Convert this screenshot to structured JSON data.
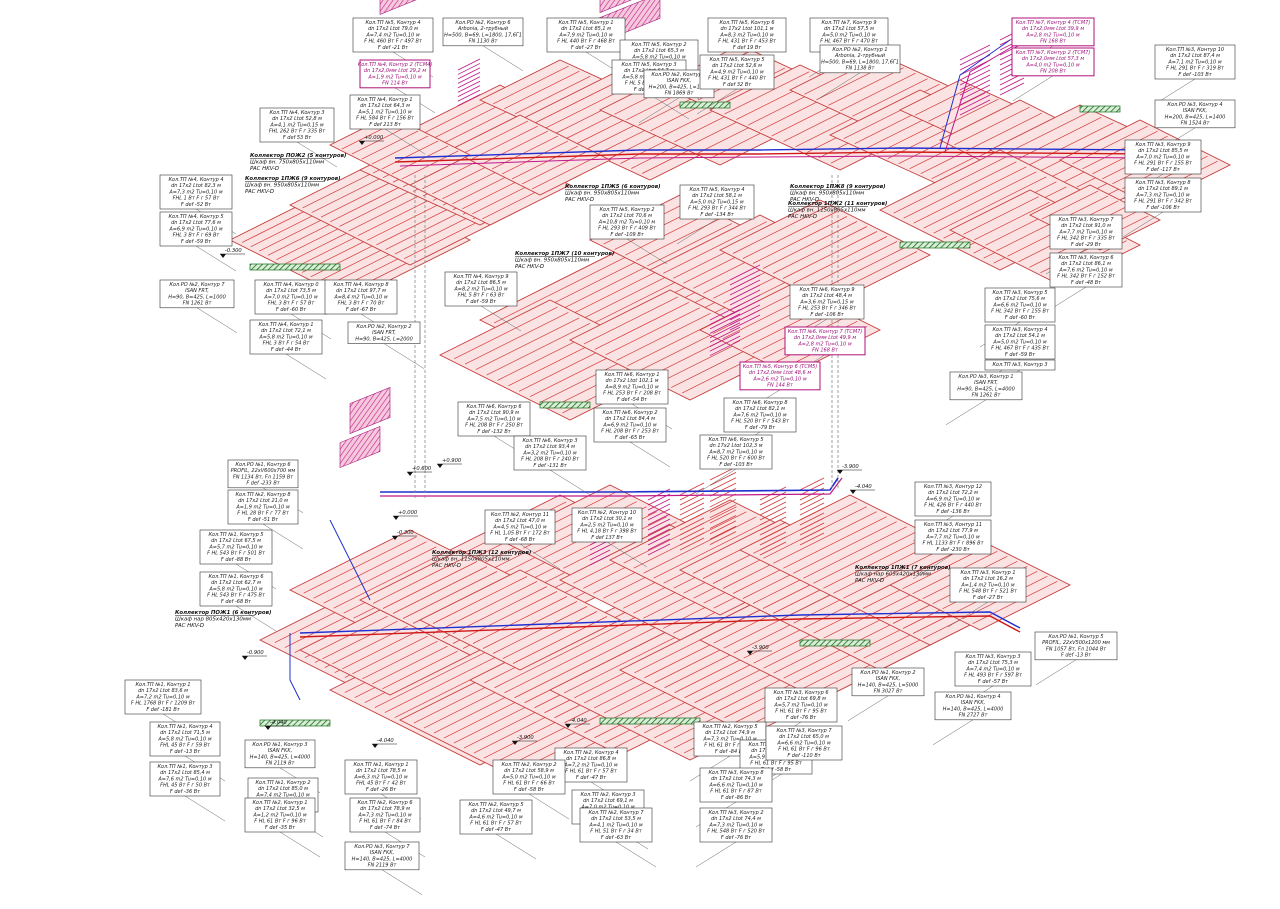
{
  "elevations": [
    "+0.000",
    "-0.300",
    "+0.600",
    "+0.900",
    "+0.000",
    "-0.300",
    "-0.900",
    "-3.900",
    "-4.040",
    "-4.040",
    "-4.040",
    "-3.900",
    "-4.040",
    "-3.900"
  ],
  "collectors": [
    {
      "t1": "Коллектор ПОЖ2 (5 контуров)",
      "t2": "Шкаф вн. 750х805х110мм",
      "t3": "PAC HKV-D"
    },
    {
      "t1": "Коллектор 1ПЖ6 (9 контуров)",
      "t2": "Шкаф вн. 950х805х110мм",
      "t3": "PAC HKV-D"
    },
    {
      "t1": "Коллектор 1ПЖ5 (6 контуров)",
      "t2": "Шкаф вн. 950х805х110мм",
      "t3": "PAC HKV-D"
    },
    {
      "t1": "Коллектор 1ПЖ7 (10 контуров)",
      "t2": "Шкаф вн. 950х805х110мм",
      "t3": "PAC HKV-D"
    },
    {
      "t1": "Коллектор 1ПЖ8 (9 контуров)",
      "t2": "Шкаф вн. 950х805х110мм",
      "t3": "PAC HKV-D"
    },
    {
      "t1": "Коллектор 1ПЖ2 (11 контуров)",
      "t2": "Шкаф вн. 1150х805х110мм",
      "t3": "PAC HKV-D"
    },
    {
      "t1": "Коллектор 1ПЖ3 (12 контуров)",
      "t2": "Шкаф вн. 1150х805х110мм",
      "t3": "PAC HKV-D"
    },
    {
      "t1": "Коллектор 1ПЖ1 (7 контуров)",
      "t2": "Шкаф нар 605х420х130мм",
      "t3": "PAC HKV-D"
    },
    {
      "t1": "Коллектор ПОЖ1 (6 контуров)",
      "t2": "Шкаф нар 805х420х130мм",
      "t3": "PAC HKV-D"
    }
  ],
  "labels": [
    {
      "h": "Кол.ТП №5, Контур 4",
      "a": "dn 17х2 Ltot 79,0 м",
      "b": "A=7,4 m2 Tu=0,10 м",
      "c": "F HL 460 Вт F г 497 Вт",
      "d": "F def -21 Вт"
    },
    {
      "h": "Кол.РО №2, Контур 6",
      "a": "Arbonia, 2-трубный",
      "b": "H=500, В=69, L=1800, 17,6Г1",
      "c": "FN 1130 Вт"
    },
    {
      "h": "Кол.ТП №5, Контур 1",
      "a": "dn 17х2 Ltot 85,1 м",
      "b": "A=7,9 m2 Tu=0,10 м",
      "c": "F HL 440 Вт F г 468 Вт",
      "d": "F def -27 Вт"
    },
    {
      "h": "Кол.ТП №5, Контур 2",
      "a": "dn 17х2 Ltot 65,3 м",
      "b": "A=5,8 m2 Tu=0,10 м",
      "c": "F HL 5 Вт F г 63 Вт",
      "d": "F def -53 Вт"
    },
    {
      "h": "Кол.ТП №5, Контур 6",
      "a": "dn 17х2 Ltot 101,1 м",
      "b": "A=8,3 m2 Tu=0,10 м",
      "c": "F HL 431 Вт F г 453 Вт",
      "d": "F def 19 Вт"
    },
    {
      "h": "Кол.ТП №7, Контур 9",
      "a": "dn 17х2 Ltot 57,5 м",
      "b": "A=5,0 m2 Tu=0,10 м",
      "c": "F HL 467 Вт F г 470 Вт",
      "d": "F def -14 Вт"
    },
    {
      "h": "Кол.ТП №4, Контур 2 (ТСМ4)",
      "a": "dn 17х2,0мм Ltot 29,2 м",
      "b": "A=1,9 m2 Tu=0,10 м",
      "c": "FN 114 Вт"
    },
    {
      "h": "Кол.ТП №5, Контур 3",
      "a": "dn 17х2 Ltot 64,7 м",
      "b": "A=5,8 m2 Tu=0,10 м",
      "c": "F HL 5 Вт F г 58 Вт",
      "d": "F def -59 Вт"
    },
    {
      "h": "Кол.РО №2, Контур 3",
      "a": "ISAN FKK,",
      "b": "H=200, В=425, L=1400",
      "c": "FN 1869 Вт"
    },
    {
      "h": "Кол.ТП №5, Контур 5",
      "a": "dn 17х2 Ltot 52,6 м",
      "b": "A=4,9 m2 Tu=0,10 м",
      "c": "F HL 431 Вт F г 440 Вт",
      "d": "F def 32 Вт"
    },
    {
      "h": "Кол.РО №2, Контур 1",
      "a": "Arbonia, 2-трубный",
      "b": "H=500, В=69, L=1800, 17,6Г1",
      "c": "FN 1138 Вт"
    },
    {
      "h": "Кол.ТП №7, Контур 4 (ТСМ7)",
      "a": "dn 17х2,0мм Ltot 39,9 м",
      "b": "A=2,8 m2 Tu=0,10 м",
      "c": "FN 168 Вт"
    },
    {
      "h": "Кол.ТП №7, Контур 2 (ТСМ7)",
      "a": "dn 17х2,0мм Ltot 57,3 м",
      "b": "A=4,0 m2 Tu=0,10 м",
      "c": "FN 208 Вт"
    },
    {
      "h": "Кол.ТП №3, Контур 10",
      "a": "dn 17х2 Ltot 87,4 м",
      "b": "A=7,1 m2 Tu=0,10 м",
      "c": "F HL 291 Вт F г 319 Вт",
      "d": "F def -103 Вт"
    },
    {
      "h": "Кол.РО №3, Контур 4",
      "a": "ISAN FKK,",
      "b": "H=200, В=425, L=1400",
      "c": "FN 1524 Вт"
    },
    {
      "h": "Кол.ТП №4, Контур 1",
      "a": "dn 17х2 Ltot 64,3 м",
      "b": "A=5,1 m2 Tu=0,10 м",
      "c": "F HL 584 Вт F г 156 Вт",
      "d": "F def 213 Вт"
    },
    {
      "h": "Кол.ТП №4, Контур 3",
      "a": "dn 17х2 Ltot 52,8 м",
      "b": "A=4,1 m2 Tu=0,15 м",
      "c": "FHL 262 Вт F г 335 Вт",
      "d": "F def 53 Вт"
    },
    {
      "h": "Кол.ТП №4, Контур 4",
      "a": "dn 17х2 Ltot 82,3 м",
      "b": "A=7,3 m2 Tu=0,10 м",
      "c": "FHL 1 Вт F г 57 Вт",
      "d": "F def -52 Вт"
    },
    {
      "h": "Кол.ТП №4, Контур 5",
      "a": "dn 17х2 Ltot 77,6 м",
      "b": "A=6,9 m2 Tu=0,10 м",
      "c": "FHL 3 Вт F г 69 Вт",
      "d": "F def -59 Вт"
    },
    {
      "h": "Кол.ТП №3, Контур 9",
      "a": "dn 17х2 Ltot 85,5 м",
      "b": "A=7,0 m2 Tu=0,10 м",
      "c": "F HL 291 Вт F г 155 Вт",
      "d": "F def -117 Вт"
    },
    {
      "h": "Кол.ТП №3, Контур 8",
      "a": "dn 17х2 Ltot 89,1 м",
      "b": "A=7,3 m2 Tu=0,10 м",
      "c": "F HL 291 Вт F г 342 Вт",
      "d": "F def -106 Вт"
    },
    {
      "h": "Кол.ТП №5, Контур 2",
      "a": "dn 17х2 Ltot 70,6 м",
      "b": "A=10,8 m2 Tu=0,10 м",
      "c": "F HL 293 Вт F г 409 Вт",
      "d": "F def -109 Вт"
    },
    {
      "h": "Кол.ТП №5, Контур 4",
      "a": "dn 17х2 Ltot 58,1 м",
      "b": "A=5,0 m2 Tu=0,15 м",
      "c": "F HL 293 Вт F г 344 Вт",
      "d": "F def -134 Вт"
    },
    {
      "h": "Кол.ТП №3, Контур 7",
      "a": "dn 17х2 Ltot 91,0 м",
      "b": "A=7,7 m2 Tu=0,10 м",
      "c": "F HL 342 Вт F г 335 Вт",
      "d": "F def -29 Вт"
    },
    {
      "h": "Кол.ТП №3, Контур 6",
      "a": "dn 17х2 Ltot 86,1 м",
      "b": "A=7,6 m2 Tu=0,10 м",
      "c": "F HL 342 Вт F г 152 Вт",
      "d": "F def -48 Вт"
    },
    {
      "h": "Кол.ТП №4, Контур 0",
      "a": "dn 17х2 Ltot 73,5 м",
      "b": "A=7,0 m2 Tu=0,10 м",
      "c": "FHL 3 Вт F г 57 Вт",
      "d": "F def -60 Вт"
    },
    {
      "h": "Кол.ТП №4, Контур 8",
      "a": "dn 17х2 Ltot 97,7 м",
      "b": "A=8,4 m2 Tu=0,10 м",
      "c": "FHL 3 Вт F г 70 Вт",
      "d": "F def -67 Вт"
    },
    {
      "h": "Кол.ТП №4, Контур 9",
      "a": "dn 17х2 Ltot 86,5 м",
      "b": "A=8,2 m2 Tu=0,10 м",
      "c": "FHL 5 Вт F г 63 Вт",
      "d": "F def -59 Вт"
    },
    {
      "h": "Кол.РО №2, Контур 7",
      "a": "ISAN FRT,",
      "b": "H=90, В=425, L=1000",
      "c": "FN 1261 Вт"
    },
    {
      "h": "Кол.ТП №4, Контур 1",
      "a": "dn 17х2 Ltot 72,1 м",
      "b": "A=5,8 m2 Tu=0,10 м",
      "c": "FHL 3 Вт F г 54 Вт",
      "d": "F def -44 Вт"
    },
    {
      "h": "Кол.РО №2, Контур 2",
      "a": "ISAN FRT,",
      "b": "H=90, В=425, L=2000",
      "c": ""
    },
    {
      "h": "Кол.ТП №3, Контур 5",
      "a": "dn 17х2 Ltot 75,6 м",
      "b": "A=6,6 m2 Tu=0,10 м",
      "c": "F HL 342 Вт F г 155 Вт",
      "d": "F def -60 Вт"
    },
    {
      "h": "Кол.ТП №3, Контур 4",
      "a": "dn 17х2 Ltot 54,1 м",
      "b": "A=5,0 m2 Tu=0,10 м",
      "c": "F HL 467 Вт F г 435 Вт",
      "d": "F def -59 Вт"
    },
    {
      "h": "Кол.ТП №3, Контур 3",
      "a": "",
      "b": "",
      "c": "",
      "d": ""
    },
    {
      "h": "Кол.РО №3, Контур 1",
      "a": "ISAN FRT,",
      "b": "H=90, В=425, L=4000",
      "c": "FN 1261 Вт"
    },
    {
      "h": "Кол.ТП №6, Контур 9",
      "a": "dn 17х2 Ltot 48,4 м",
      "b": "A=3,6 m2 Tu=0,15 м",
      "c": "F HL 253 Вт F г 346 Вт",
      "d": "F def -106 Вт"
    },
    {
      "h": "Кол.ТП №6, Контур 7 (ТСМ7)",
      "a": "dn 17х2,0мм Ltot 49,9 м",
      "b": "A=2,8 m2 Tu=0,10 м",
      "c": "FN 168 Вт"
    },
    {
      "h": "Кол.ТП №5, Контур 6 (ТСМ5)",
      "a": "dn 17х2,0мм Ltot 48,6 м",
      "b": "A=2,6 m2 Tu=0,10 м",
      "c": "FN 144 Вт"
    },
    {
      "h": "Кол.ТП №6, Контур 1",
      "a": "dn 17х2 Ltot 102,1 м",
      "b": "A=8,9 m2 Tu=0,10 м",
      "c": "F HL 253 Вт F г 208 Вт",
      "d": "F def -54 Вт"
    },
    {
      "h": "Кол.ТП №6, Контур 2",
      "a": "dn 17х2 Ltot 84,4 м",
      "b": "A=6,9 m2 Tu=0,10 м",
      "c": "F HL 208 Вт F г 253 Вт",
      "d": "F def -65 Вт"
    },
    {
      "h": "Кол.ТП №6, Контур 8",
      "a": "dn 17х2 Ltot 82,1 м",
      "b": "A=7,6 m2 Tu=0,10 м",
      "c": "F HL 520 Вт F г 543 Вт",
      "d": "F def -79 Вт"
    },
    {
      "h": "Кол.ТП №6, Контур 6",
      "a": "dn 17х2 Ltot 90,9 м",
      "b": "A=7,5 m2 Tu=0,10 м",
      "c": "F HL 208 Вт F г 250 Вт",
      "d": "F def -132 Вт"
    },
    {
      "h": "Кол.ТП №6, Контур 3",
      "a": "dn 17х2 Ltot 93,4 м",
      "b": "A=3,2 m2 Tu=0,10 м",
      "c": "F HL 208 Вт F г 240 Вт",
      "d": "F def -131 Вт"
    },
    {
      "h": "Кол.ТП №6, Контур 5",
      "a": "dn 17х2 Ltot 102,3 м",
      "b": "A=8,7 m2 Tu=0,10 м",
      "c": "F HL 520 Вт F г 600 Вт",
      "d": "F def -103 Вт"
    },
    {
      "h": "Кол.РО №1, Контур 6",
      "a": "PROFIL, 22хV600х700 мм",
      "b": "FN 1134 Вт, Fл 1159 Вт",
      "c": "F def -233 Вт"
    },
    {
      "h": "Кол.ТП №2, Контур 8",
      "a": "dn 17х2 Ltot 21,0 м",
      "b": "A=1,9 m2 Tu=0,10 м",
      "c": "F HL 28 Вт F г 77 Вт",
      "d": "F def -51 Вт"
    },
    {
      "h": "Кол.ТП №1, Контур 5",
      "a": "dn 17х2 Ltot 67,5 м",
      "b": "A=5,7 m2 Tu=0,10 м",
      "c": "F HL 543 Вт F г 501 Вт",
      "d": "F def -88 Вт"
    },
    {
      "h": "Кол.ТП №1, Контур 6",
      "a": "dn 17х2 Ltot 62,7 м",
      "b": "A=5,8 m2 Tu=0,10 м",
      "c": "F HL 543 Вт F г 475 Вт",
      "d": "F def -68 Вт"
    },
    {
      "h": "Кол.ТП №2, Контур 11",
      "a": "dn 17х2 Ltot 47,0 м",
      "b": "A=4,5 m2 Tu=0,10 м",
      "c": "F HL 1,05 Вт F г 172 Вт",
      "d": "F def -68 Вт"
    },
    {
      "h": "Кол.ТП №2, Контур 10",
      "a": "dn 17х2 Ltot 30,1 м",
      "b": "A=2,5 m2 Tu=0,10 м",
      "c": "F HL 4,18 Вт F г 398 Вт",
      "d": "F def 137 Вт"
    },
    {
      "h": "Кол.ТП №3, Контур 12",
      "a": "dn 17х2 Ltot 72,2 м",
      "b": "A=6,9 m2 Tu=0,10 м",
      "c": "F HL 426 Вт F г 440 Вт",
      "d": "F def -136 Вт"
    },
    {
      "h": "Кол.ТП №3, Контур 11",
      "a": "dn 17х2 Ltot 77,9 м",
      "b": "A=7,7 m2 Tu=0,10 м",
      "c": "F HL 1133 Вт F г 896 Вт",
      "d": "F def -230 Вт"
    },
    {
      "h": "Кол.ТП №3, Контур 1",
      "a": "dn 17х2 Ltot 16,2 м",
      "b": "A=1,4 m2 Tu=0,10 м",
      "c": "F HL 548 Вт F г 521 Вт",
      "d": "F def -27 Вт"
    },
    {
      "h": "Кол.РО №1, Контур 5",
      "a": "PROFIL, 22хV500х1200 мм",
      "b": "FN 1057 Вт, Fл 1044 Вт",
      "c": "F def -13 Вт"
    },
    {
      "h": "Кол.ТП №1, Контур 1",
      "a": "dn 17х2 Ltot 83,6 м",
      "b": "A=7,2 m2 Tu=0,10 м",
      "c": "F HL 1768 Вт F г 1209 Вт",
      "d": "F def -181 Вт"
    },
    {
      "h": "Кол.ТП №1, Контур 4",
      "a": "dn 17х2 Ltot 71,5 м",
      "b": "A=5,8 m2 Tu=0,10 м",
      "c": "FHL 45 Вт F г 59 Вт",
      "d": "F def -13 Вт"
    },
    {
      "h": "Кол.ТП №1, Контур 3",
      "a": "dn 17х2 Ltot 85,4 м",
      "b": "A=7,6 m2 Tu=0,10 м",
      "c": "FHL 45 Вт F г 50 Вт",
      "d": "F def -36 Вт"
    },
    {
      "h": "Кол.РО №1, Контур 3",
      "a": "ISAN FKK,",
      "b": "H=140, В=425, L=4000",
      "c": "FN 2119 Вт"
    },
    {
      "h": "Кол.ТП №1, Контур 2",
      "a": "dn 17х2 Ltot 85,0 м",
      "b": "A=7,4 m2 Tu=0,10 м",
      "c": "FHL 45 Вт F г 15 Вт",
      "d": "F def -80 Вт"
    },
    {
      "h": "Кол.ТП №1, Контур 1",
      "a": "dn 17х2 Ltot 78,5 м",
      "b": "A=6,3 m2 Tu=0,10 м",
      "c": "FHL 45 Вт F г 42 Вт",
      "d": "F def -26 Вт"
    },
    {
      "h": "Кол.ТП №2, Контур 1",
      "a": "dn 17х2 Ltot 32,5 м",
      "b": "A=1,2 m2 Tu=0,10 м",
      "c": "F HL 61 Вт F г 96 Вт",
      "d": "F def -35 Вт"
    },
    {
      "h": "Кол.ТП №2, Контур 6",
      "a": "dn 17х2 Ltot 78,9 м",
      "b": "A=7,3 m2 Tu=0,10 м",
      "c": "F HL 61 Вт F г 84 Вт",
      "d": "F def -74 Вт"
    },
    {
      "h": "Кол.ТП №2, Контур 5",
      "a": "dn 17х2 Ltot 49,7 м",
      "b": "A=4,6 m2 Tu=0,10 м",
      "c": "F HL 61 Вт F г 57 Вт",
      "d": "F def -47 Вт"
    },
    {
      "h": "Кол.ТП №2, Контур 4",
      "a": "dn 17х2 Ltot 86,8 м",
      "b": "A=7,2 m2 Tu=0,10 м",
      "c": "F HL 61 Вт F г 57 Вт",
      "d": "F def -47 Вт"
    },
    {
      "h": "Кол.ТП №2, Контур 3",
      "a": "dn 17х2 Ltot 69,1 м",
      "b": "A=7,0 m2 Tu=0,10 м",
      "c": "F HL 61 Вт F г 98 Вт",
      "d": "F def -98 Вт"
    },
    {
      "h": "Кол.ТП №2, Контур 2",
      "a": "dn 17х2 Ltot 58,9 м",
      "b": "A=5,0 m2 Tu=0,10 м",
      "c": "F HL 61 Вт F г 66 Вт",
      "d": "F def -58 Вт"
    },
    {
      "h": "Кол.ТП №2, Контур 7",
      "a": "dn 17х2 Ltot 53,5 м",
      "b": "A=4,1 m2 Tu=0,10 м",
      "c": "F HL 51 Вт F г 34 Вт",
      "d": "F def -63 Вт"
    },
    {
      "h": "Кол.ТП №2, Контур 5",
      "a": "dn 17х2 Ltot 74,9 м",
      "b": "A=7,3 m2 Tu=0,10 м",
      "c": "F HL 61 Вт F г 84 Вт",
      "d": "F def -84 Вт"
    },
    {
      "h": "Кол.ТП №3, Контур 4",
      "a": "dn 17х2 Ltot 72,8 м",
      "b": "A=5,9 m2 Tu=0,10 м",
      "c": "F HL 61 Вт F г 95 Вт",
      "d": "F def -58 Вт"
    },
    {
      "h": "Кол.ТП №3, Контур 6",
      "a": "dn 17х2 Ltot 69,8 м",
      "b": "A=5,7 m2 Tu=0,10 м",
      "c": "F HL 61 Вт F г 95 Вт",
      "d": "F def -76 Вт"
    },
    {
      "h": "Кол.ТП №3, Контур 7",
      "a": "dn 17х2 Ltot 65,0 м",
      "b": "A=6,6 m2 Tu=0,10 м",
      "c": "F HL 61 Вт F г 96 Вт",
      "d": "F def -110 Вт"
    },
    {
      "h": "Кол.ТП №3, Контур 8",
      "a": "dn 17х2 Ltot 74,3 м",
      "b": "A=6,6 m2 Tu=0,10 м",
      "c": "F HL 61 Вт F г 87 Вт",
      "d": "F def -86 Вт"
    },
    {
      "h": "Кол.ТП №3, Контур 2",
      "a": "dn 17х2 Ltot 74,4 м",
      "b": "A=7,3 m2 Tu=0,10 м",
      "c": "F HL 548 Вт F г 520 Вт",
      "d": "F def -76 Вт"
    },
    {
      "h": "Кол.ТП №3, Контур 3",
      "a": "dn 17х2 Ltot 75,3 м",
      "b": "A=7,4 m2 Tu=0,10 м",
      "c": "F HL 493 Вт F г 597 Вт",
      "d": "F def -57 Вт"
    },
    {
      "h": "Кол.РО №1, Контур 4",
      "a": "ISAN FKK,",
      "b": "H=140, В=425, L=4000",
      "c": "FN 2727 Вт"
    },
    {
      "h": "Кол.РО №1, Контур 2",
      "a": "ISAN FKK,",
      "b": "H=140, В=425, L=5000",
      "c": "FN 3027 Вт"
    },
    {
      "h": "Кол.РО №3, Контур 7",
      "a": "ISAN FKK,",
      "b": "H=140, В=425, L=4000",
      "c": "FN 2119 Вт"
    }
  ]
}
